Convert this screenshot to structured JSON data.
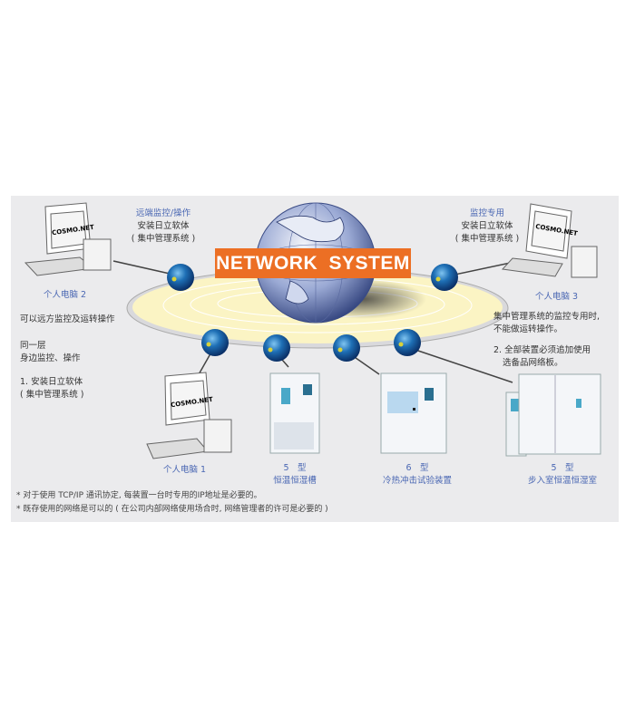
{
  "title_banner": "NETWORK  SYSTEM",
  "colors": {
    "banner_bg": "#ec6f24",
    "panel_bg": "#ebebed",
    "label_blue": "#4a67b3",
    "ring_fill": "#fbf4c4",
    "node_blue": "#1e6fb5"
  },
  "pc2": {
    "heading": "远端监控/操作",
    "line1": "安装日立软体",
    "line2": "( 集中管理系统 )",
    "screen_text": "COSMO.NET",
    "label": "个人电脑 2"
  },
  "pc3": {
    "heading": "监控专用",
    "line1": "安装日立软体",
    "line2": "( 集中管理系统 )",
    "screen_text": "COSMO.NET",
    "label": "个人电脑 3"
  },
  "pc1": {
    "screen_text": "COSMO.NET",
    "label": "个人电脑 1"
  },
  "left_notes": {
    "remote": "可以远方监控及运转操作",
    "same_floor_1": "同一层",
    "same_floor_2": "身边监控、操作",
    "install_1": "1. 安装日立软体",
    "install_2": "( 集中管理系统 )"
  },
  "right_notes": {
    "monitor_1": "集中管理系统的监控专用时,",
    "monitor_2": "不能做运转操作。",
    "board_1": "2. 全部装置必须追加使用",
    "board_2": "选备品网络板。"
  },
  "devices": [
    {
      "model": "5　型",
      "name": "恒温恒湿槽"
    },
    {
      "model": "6　型",
      "name": "冷热冲击试验装置"
    },
    {
      "model": "5　型",
      "name": "步入室恒温恒湿室"
    }
  ],
  "footnotes": [
    "* 对于使用 TCP/IP 通讯协定, 每装置一台时专用的IP地址是必要的。",
    "* 既存使用的网络是可以的 ( 在公司内部网络使用场合时, 网络管理者的许可是必要的 )"
  ]
}
